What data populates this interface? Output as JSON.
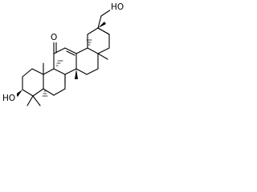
{
  "molecule": {
    "atom_labels": {
      "ketone_oxygen": "O",
      "hydroxyl_left": "HO",
      "hydroxyl_top": "HO"
    },
    "colors": {
      "bond": "#000000",
      "background": "#ffffff"
    }
  }
}
